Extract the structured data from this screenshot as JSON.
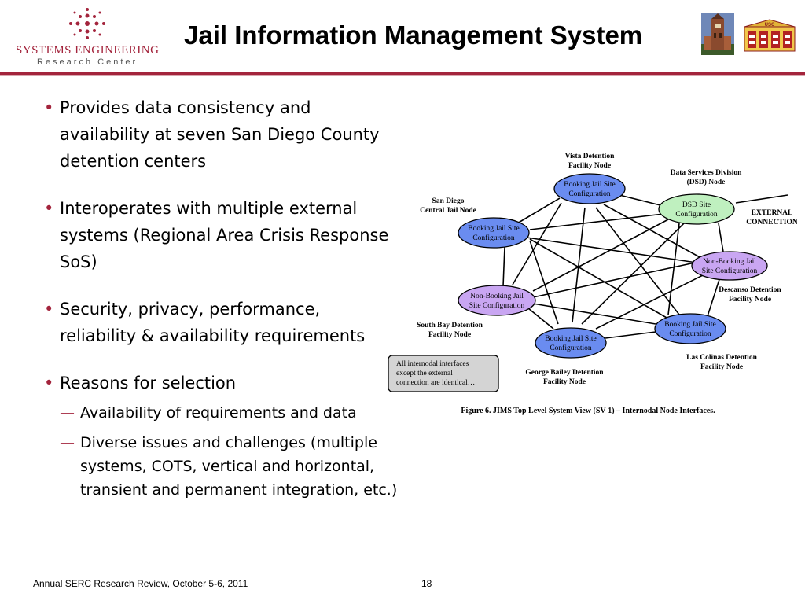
{
  "header": {
    "logo_line1": "SYSTEMS ENGINEERING",
    "logo_line2": "Research Center",
    "title": "Jail Information Management System",
    "usc_badge": "USC"
  },
  "colors": {
    "accent": "#a3243c",
    "booking_node": "#6a8cf0",
    "nonbooking_node": "#c9a6f2",
    "dsd_node": "#bff0bf"
  },
  "bullets": [
    {
      "text": "Provides data consistency and availability at seven San Diego County detention centers"
    },
    {
      "text": "Interoperates with multiple external systems (Regional Area Crisis Response SoS)"
    },
    {
      "text": "Security, privacy, performance, reliability & availability requirements"
    },
    {
      "text": "Reasons for selection",
      "sub": [
        "Availability of requirements and data",
        "Diverse issues and challenges (multiple systems, COTS, vertical and horizontal, transient and permanent integration, etc.)"
      ]
    }
  ],
  "diagram": {
    "nodes": {
      "vista": {
        "l1": "Booking Jail Site",
        "l2": "Configuration"
      },
      "dsd": {
        "l1": "DSD Site",
        "l2": "Configuration"
      },
      "sandiego": {
        "l1": "Booking Jail Site",
        "l2": "Configuration"
      },
      "descanso": {
        "l1": "Non-Booking Jail",
        "l2": "Site Configuration"
      },
      "southbay": {
        "l1": "Non-Booking Jail",
        "l2": "Site Configuration"
      },
      "george": {
        "l1": "Booking Jail Site",
        "l2": "Configuration"
      },
      "lascolinas": {
        "l1": "Booking Jail Site",
        "l2": "Configuration"
      }
    },
    "labels": {
      "vista": {
        "l1": "Vista Detention",
        "l2": "Facility Node"
      },
      "dsd": {
        "l1": "Data Services Division",
        "l2": "(DSD) Node"
      },
      "sandiego": {
        "l1": "San Diego",
        "l2": "Central Jail Node"
      },
      "external": {
        "l1": "EXTERNAL",
        "l2": "CONNECTION"
      },
      "descanso": {
        "l1": "Descanso Detention",
        "l2": "Facility Node"
      },
      "southbay": {
        "l1": "South Bay Detention",
        "l2": "Facility Node"
      },
      "lascolinas": {
        "l1": "Las Colinas Detention",
        "l2": "Facility Node"
      },
      "george": {
        "l1": "George Bailey Detention",
        "l2": "Facility Node"
      }
    },
    "note": {
      "l1": "All internodal interfaces",
      "l2": "except the external",
      "l3": "connection are identical…"
    },
    "caption": "Figure 6.  JIMS Top Level System View (SV-1) – Internodal Node Interfaces."
  },
  "footer": {
    "left": "Annual SERC Research Review, October 5-6, 2011",
    "page": "18"
  }
}
